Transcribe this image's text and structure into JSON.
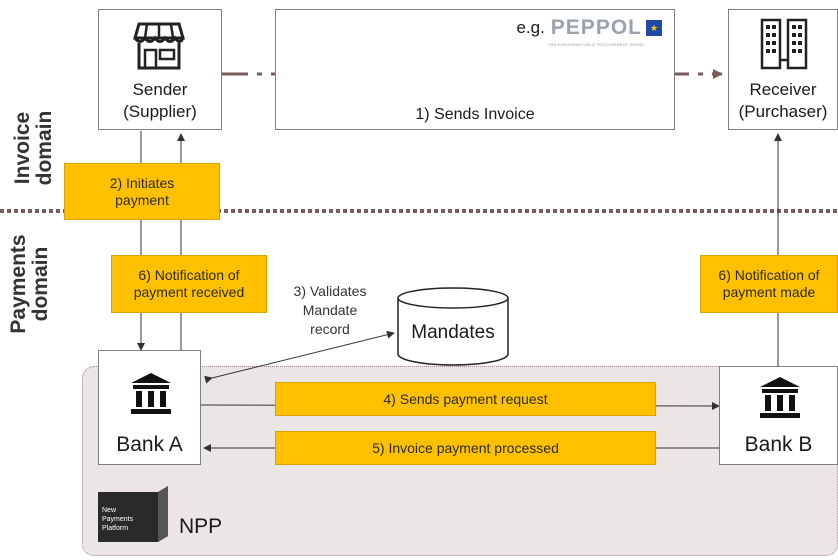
{
  "domains": {
    "invoice": [
      "Invoice",
      "domain"
    ],
    "payments": [
      "Payments",
      "domain"
    ]
  },
  "sender": {
    "name": "Sender",
    "role": "(Supplier)",
    "icon": "storefront-icon"
  },
  "receiver": {
    "name": "Receiver",
    "role": "(Purchaser)",
    "icon": "office-building-icon"
  },
  "network": {
    "eg": "e.g.",
    "brand": "PEPPOL",
    "brand_sub": "PAN-EUROPEAN PUBLIC PROCUREMENT ONLINE",
    "step": "1) Sends Invoice",
    "brand_color": "#9aa3ad"
  },
  "steps": {
    "initiates": [
      "2) Initiates",
      "payment"
    ],
    "validates": [
      "3) Validates",
      "Mandate",
      "record"
    ],
    "sends_request": "4) Sends payment request",
    "processed": "5) Invoice payment processed",
    "notif_received": [
      "6) Notification of",
      "payment received"
    ],
    "notif_made": [
      "6) Notification of",
      "payment made"
    ]
  },
  "mandates": "Mandates",
  "bank_a": {
    "name": "Bank A",
    "icon": "bank-icon"
  },
  "bank_b": {
    "name": "Bank B",
    "icon": "bank-icon"
  },
  "npp": {
    "label": "NPP",
    "logo": [
      "New",
      "Payments",
      "Platform"
    ]
  },
  "colors": {
    "step_box": "#ffc000",
    "dash_line": "#7a5c5c",
    "npp_bg": "#ece5e5"
  }
}
